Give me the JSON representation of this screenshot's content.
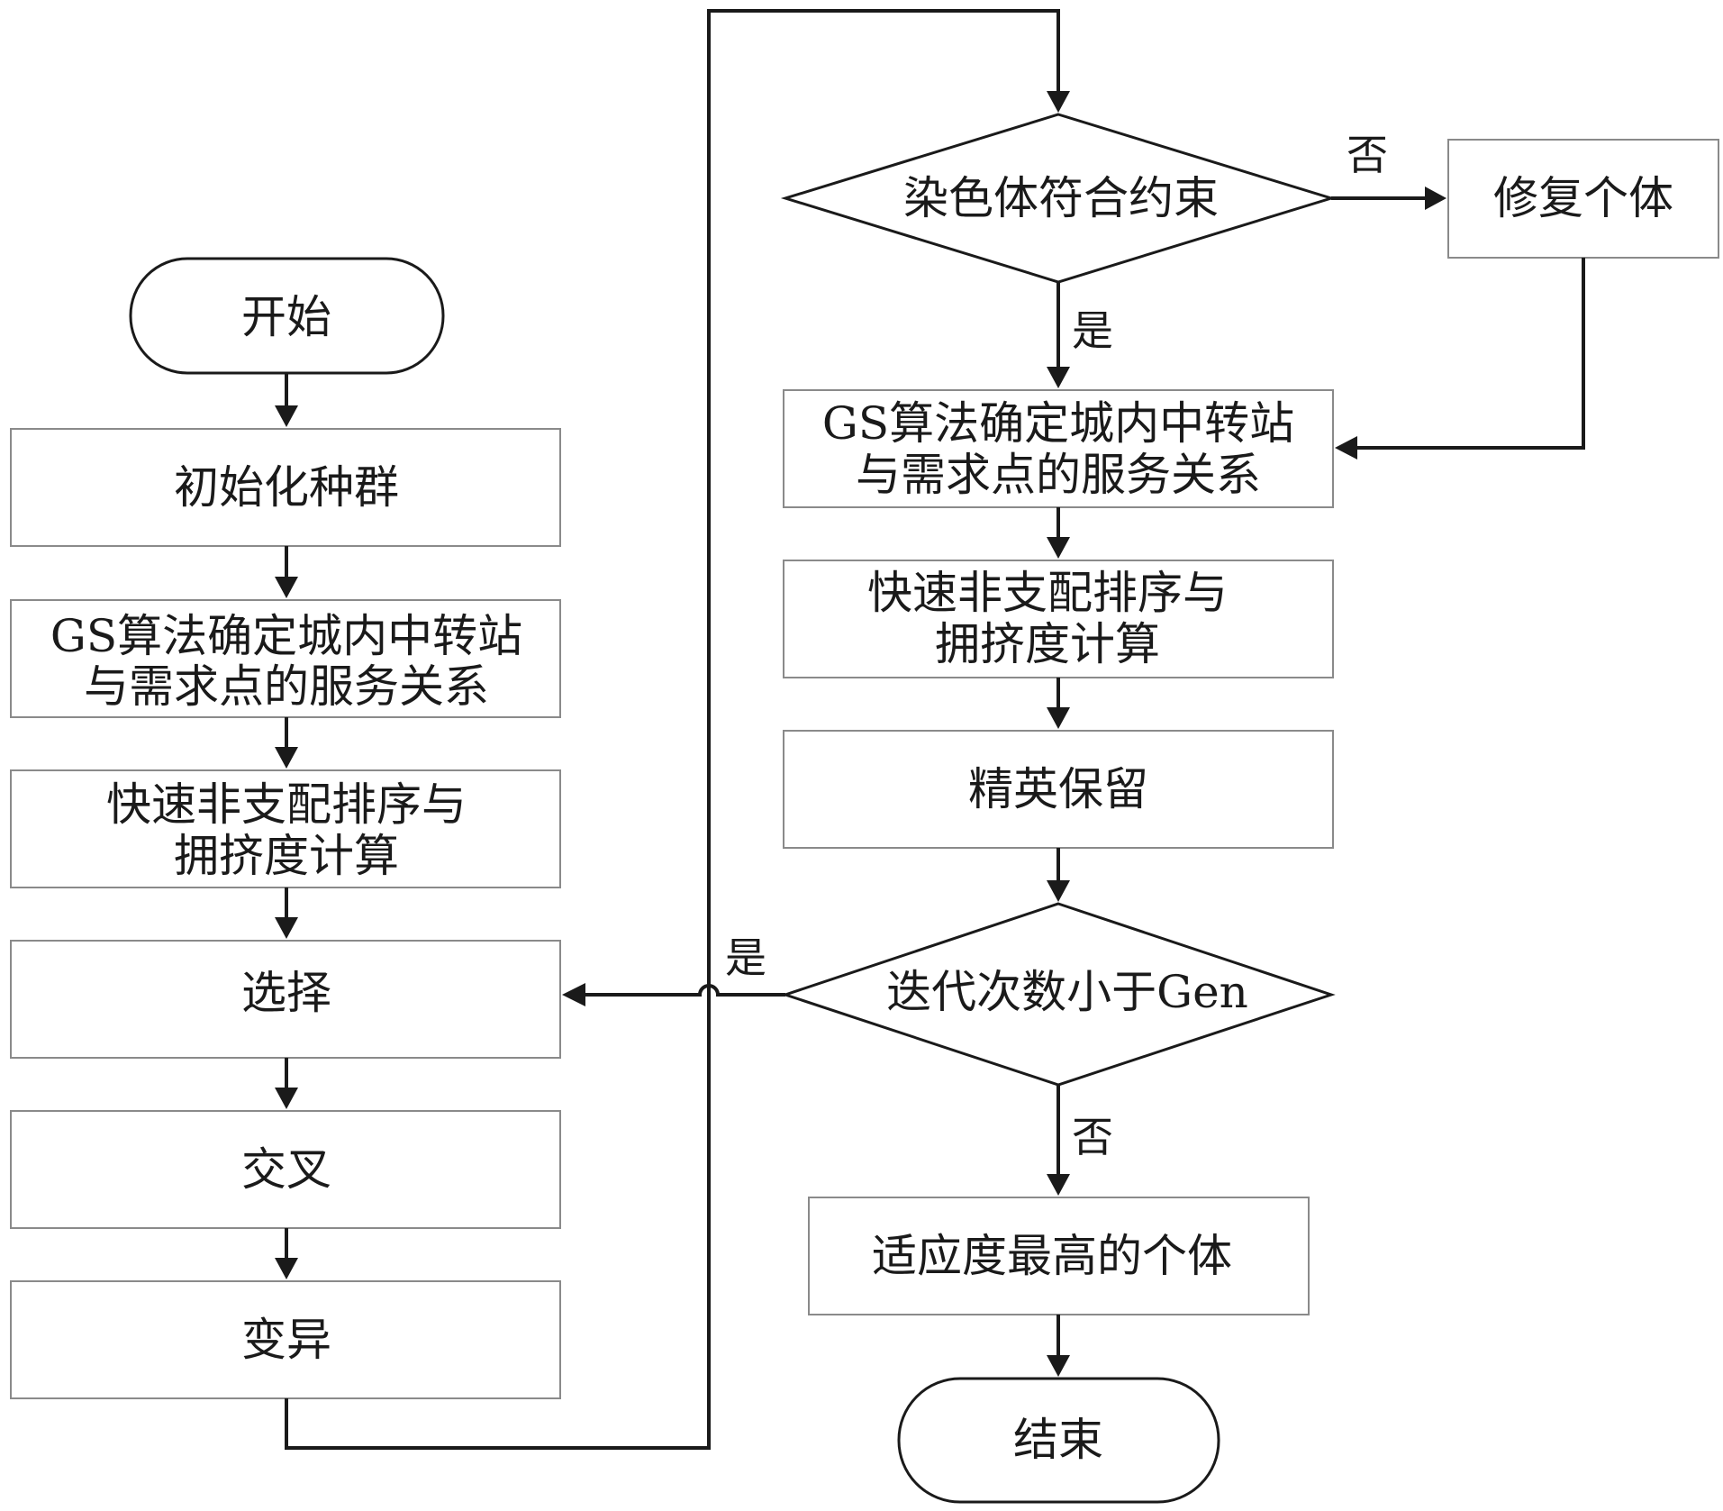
{
  "nodes": {
    "start": "开始",
    "init": "初始化种群",
    "gs1_l1": "GS算法确定城内中转站",
    "gs1_l2": "与需求点的服务关系",
    "sort1_l1": "快速非支配排序与",
    "sort1_l2": "拥挤度计算",
    "select": "选择",
    "crossover": "交叉",
    "mutation": "变异",
    "constraint": "染色体符合约束",
    "repair": "修复个体",
    "gs2_l1": "GS算法确定城内中转站",
    "gs2_l2": "与需求点的服务关系",
    "sort2_l1": "快速非支配排序与",
    "sort2_l2": "拥挤度计算",
    "elite": "精英保留",
    "iterate": "迭代次数小于Gen",
    "best": "适应度最高的个体",
    "end": "结束"
  },
  "edge_labels": {
    "constraint_no": "否",
    "constraint_yes": "是",
    "iterate_yes": "是",
    "iterate_no": "否"
  }
}
